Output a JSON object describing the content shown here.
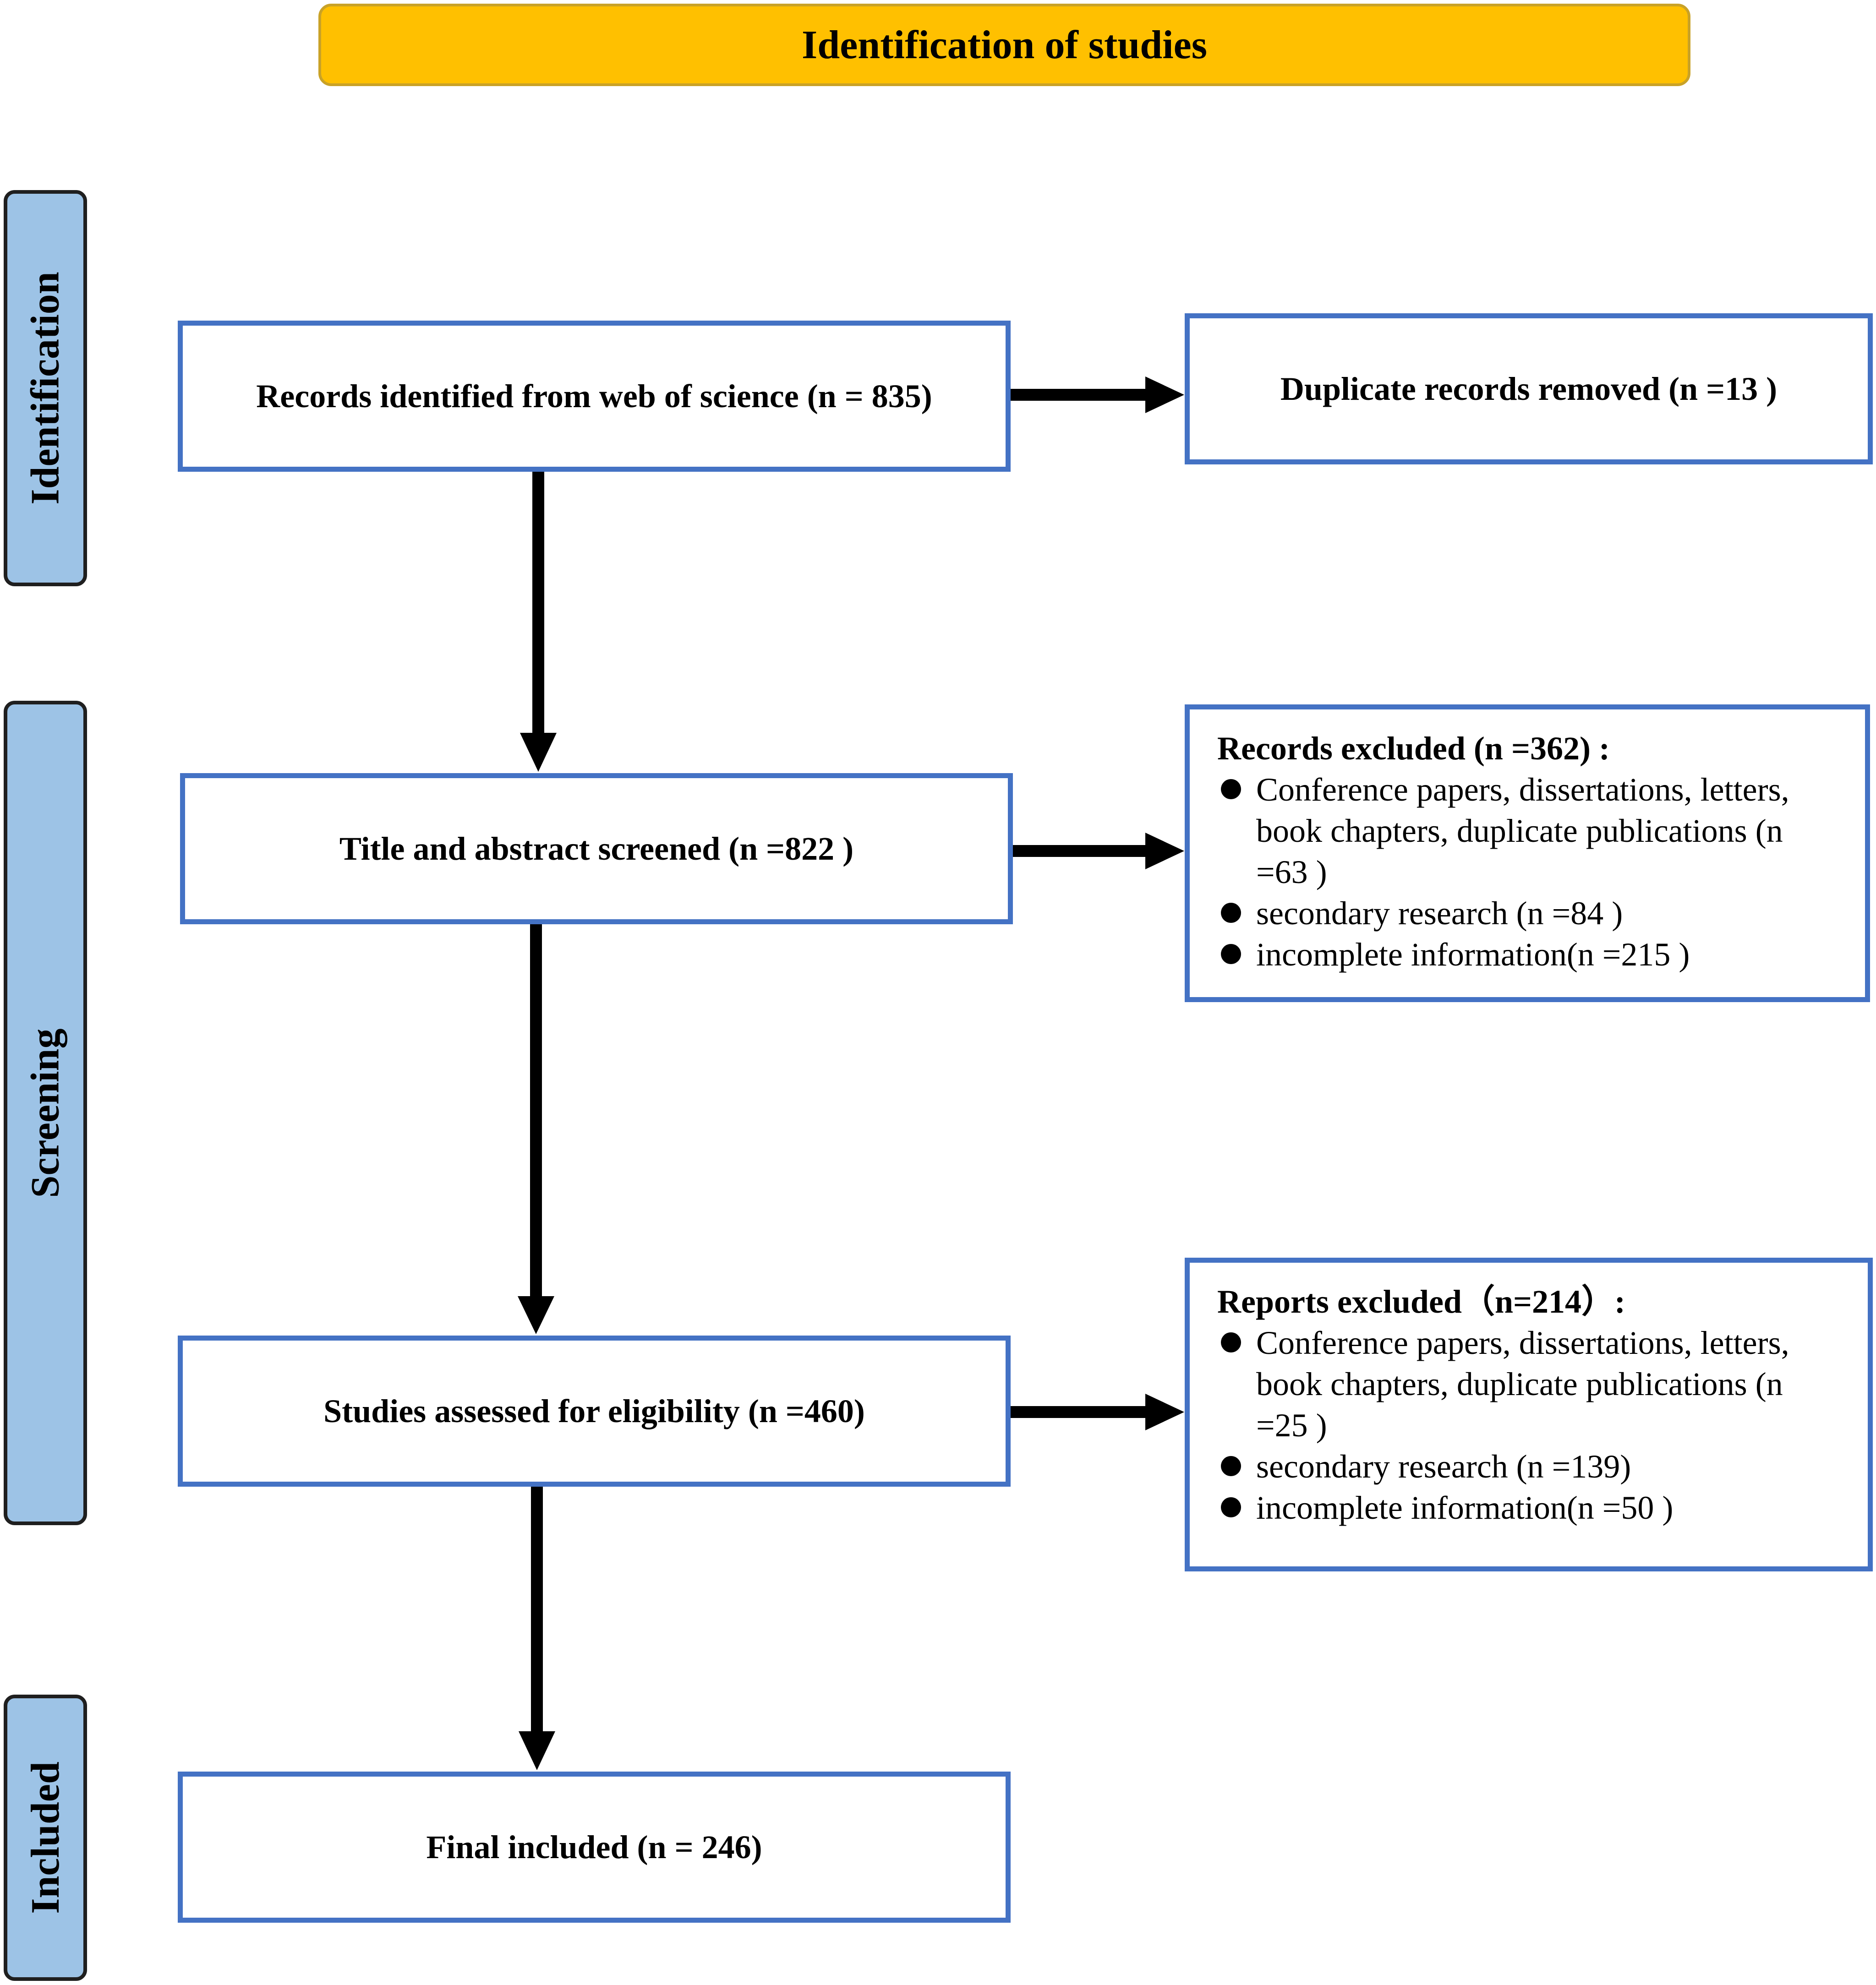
{
  "header": {
    "title": "Identification of studies"
  },
  "phases": {
    "identification": "Identification",
    "screening": "Screening",
    "included": "Included"
  },
  "flow": {
    "records_identified": "Records identified from web of science (n = 835)",
    "title_abstract_screened": "Title and abstract  screened (n =822 )",
    "studies_assessed": "Studies assessed for eligibility (n =460)",
    "final_included": "Final included (n = 246)"
  },
  "side": {
    "duplicates_removed": "Duplicate records removed (n =13 )",
    "records_excluded": {
      "title": "Records excluded (n =362) :",
      "items": [
        {
          "label": "Conference papers, dissertations, letters, book chapters, duplicate publications (n =63 )"
        },
        {
          "label": "secondary research (n =84 )"
        },
        {
          "label": "incomplete information(n =215 )"
        }
      ]
    },
    "reports_excluded": {
      "title": "Reports excluded（n=214）:",
      "items": [
        {
          "label": "Conference papers, dissertations, letters, book chapters, duplicate publications (n =25 )"
        },
        {
          "label": "secondary research (n =139)"
        },
        {
          "label": "incomplete information(n =50 )"
        }
      ]
    }
  },
  "colors": {
    "header_fill": "#FFC000",
    "phase_fill": "#9DC3E6",
    "box_border": "#4472C4",
    "arrow": "#000000"
  }
}
